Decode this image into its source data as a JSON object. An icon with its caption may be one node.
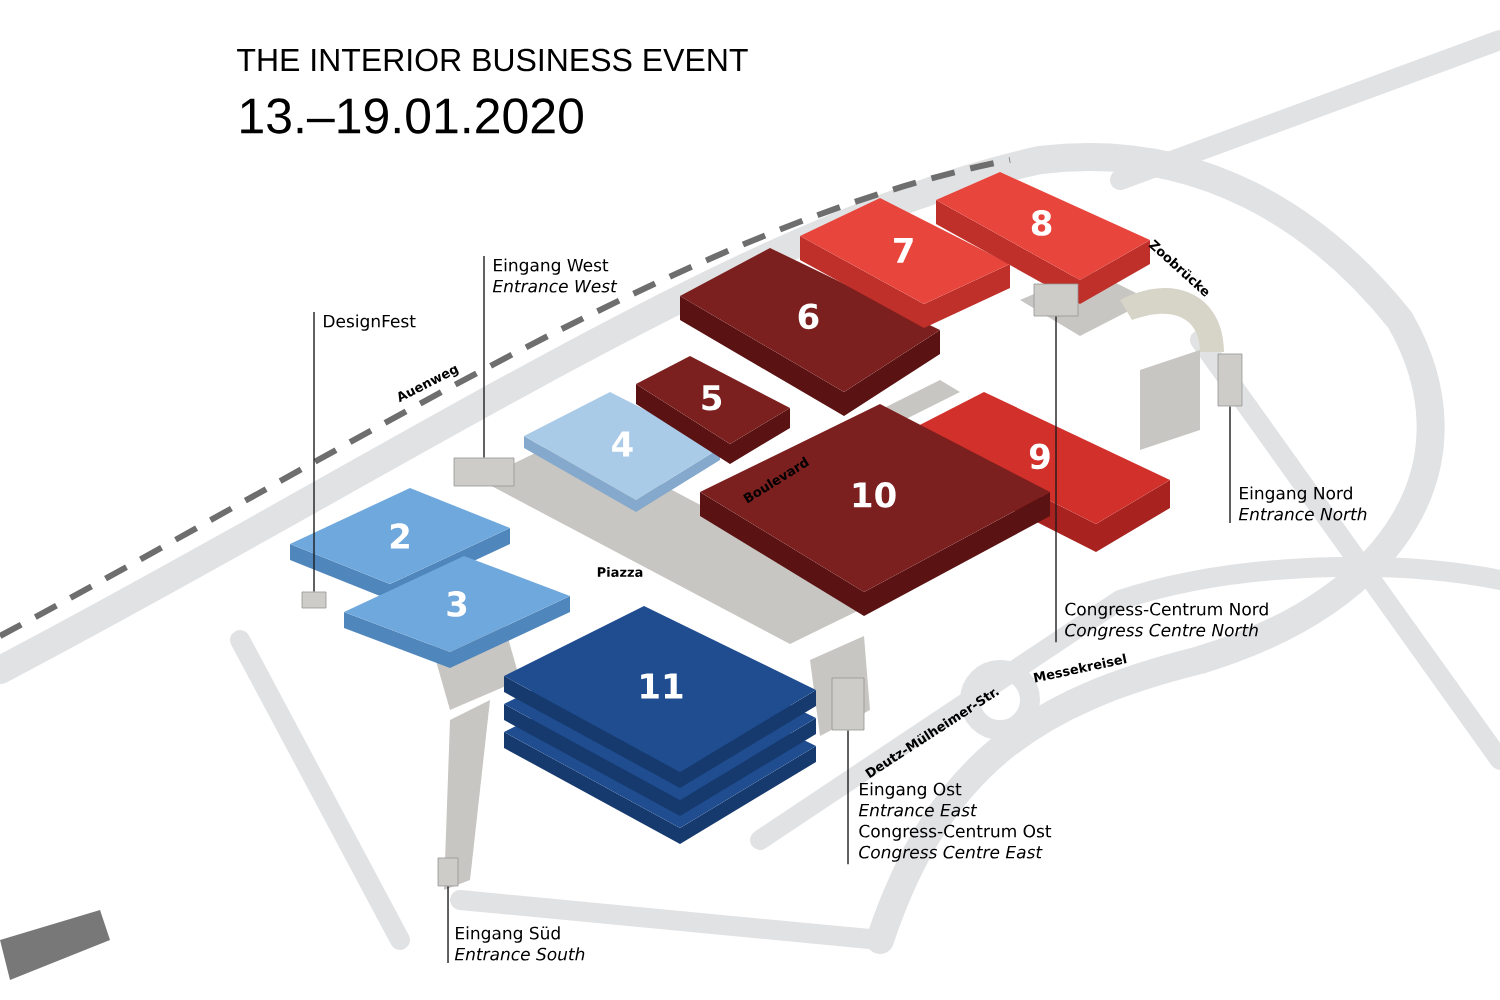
{
  "diagram": {
    "title": "THE INTERIOR BUSINESS EVENT",
    "nodes": [
      {
        "text": [
          "2"
        ]
      },
      {
        "text": [
          "3"
        ]
      },
      {
        "text": [
          "4"
        ]
      },
      {
        "text": [
          "5"
        ]
      },
      {
        "text": [
          "6"
        ]
      },
      {
        "text": [
          "7"
        ]
      },
      {
        "text": [
          "8"
        ]
      },
      {
        "text": [
          "9"
        ]
      },
      {
        "text": [
          "10"
        ]
      },
      {
        "text": [
          "11"
        ]
      },
      {
        "text": [
          "DesignFest"
        ]
      },
      {
        "text": [
          "Eingang West",
          "Entrance West"
        ]
      },
      {
        "text": [
          "Eingang Nord",
          "Entrance North"
        ]
      },
      {
        "text": [
          "Congress-Centrum Nord",
          "Congress Centre North"
        ]
      },
      {
        "text": [
          "Eingang Ost",
          "Entrance East",
          "Congress-Centrum Ost",
          "Congress Centre East"
        ]
      },
      {
        "text": [
          "Eingang Süd",
          "Entrance South"
        ]
      },
      {
        "text": [],
        "shape": "box"
      },
      {
        "text": [],
        "shape": "box"
      },
      {
        "text": [],
        "shape": "box"
      },
      {
        "text": [],
        "shape": "box"
      },
      {
        "text": [],
        "shape": "box"
      },
      {
        "text": [],
        "shape": "box"
      }
    ],
    "edges": [
      {
        "from": 10,
        "to": 16,
        "arrow": "none"
      },
      {
        "from": 11,
        "to": 17,
        "arrow": "none"
      },
      {
        "from": 12,
        "to": 18,
        "arrow": "none"
      },
      {
        "from": 13,
        "to": 19,
        "arrow": "none"
      },
      {
        "from": 14,
        "to": 20,
        "arrow": "none"
      },
      {
        "from": 15,
        "to": 21,
        "arrow": "none"
      }
    ],
    "labels": [
      "13.–19.01.2020",
      "Auenweg",
      "Boulevard",
      "Piazza",
      "Zoobrücke",
      "Deutz-Mülheimer-Str.",
      "Messekreisel"
    ]
  }
}
